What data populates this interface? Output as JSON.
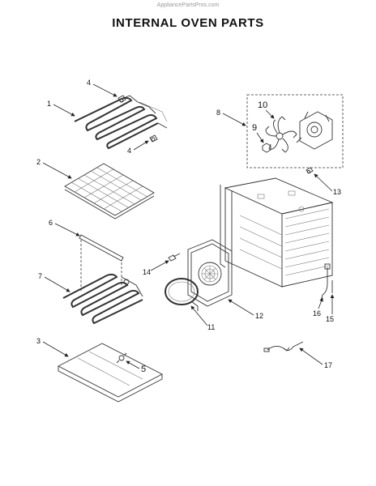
{
  "watermark": "AppliancePartsPros.com",
  "title": "INTERNAL OVEN PARTS",
  "callouts": {
    "c1": "1",
    "c2": "2",
    "c3": "3",
    "c4a": "4",
    "c4b": "4",
    "c5": "5",
    "c6": "6",
    "c7": "7",
    "c8": "8",
    "c9": "9",
    "c10": "10",
    "c11": "11",
    "c12": "12",
    "c13": "13",
    "c14": "14",
    "c15": "15",
    "c16": "16",
    "c17": "17"
  }
}
